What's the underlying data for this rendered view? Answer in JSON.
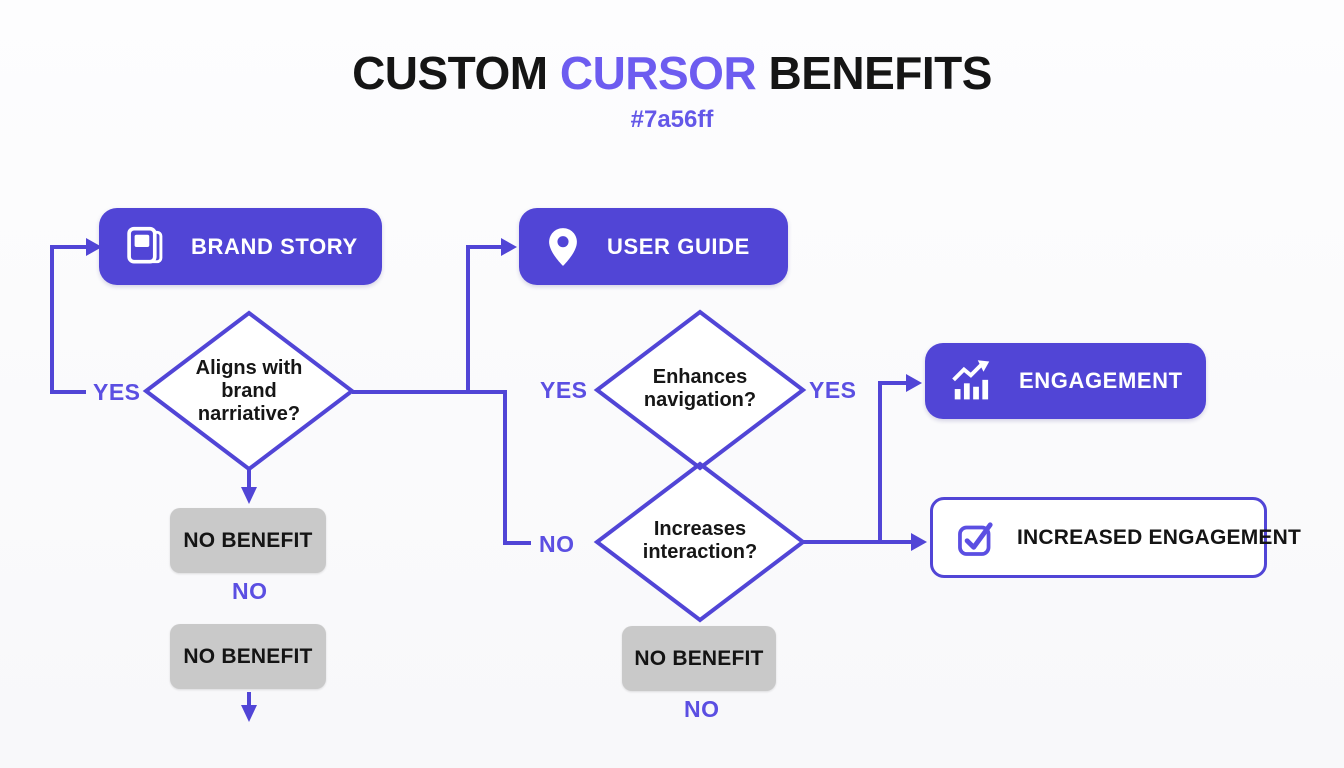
{
  "title": {
    "word1": "CUSTOM",
    "accent": "CURSOR",
    "word2": "BENEFITS",
    "subtitle": "#7a56ff"
  },
  "colors": {
    "primary": "#5145d6",
    "title_accent": "#6d5cf0",
    "edge_label": "#5b4fe2",
    "gray_box": "#c9c9c9",
    "background": "#fcfcfd"
  },
  "nodes": {
    "brand_story": {
      "label": "BRAND STORY",
      "icon": "book-icon"
    },
    "user_guide": {
      "label": "USER GUIDE",
      "icon": "map-pin-icon"
    },
    "engagement": {
      "label": "ENGAGEMENT",
      "icon": "chart-up-icon"
    },
    "increased_engagement": {
      "label": "INCREASED ENGAGEMENT",
      "icon": "checkbox-icon"
    },
    "decision_brand": {
      "label": "Aligns with brand narriative?"
    },
    "decision_navigation": {
      "label": "Enhances navigation?"
    },
    "decision_interaction": {
      "label": "Increases interaction?"
    },
    "no_benefit_left_1": {
      "label": "NO BENEFIT"
    },
    "no_benefit_left_2": {
      "label": "NO BENEFIT"
    },
    "no_benefit_middle": {
      "label": "NO BENEFIT"
    }
  },
  "edge_labels": {
    "yes_brand": "YES",
    "yes_nav_left": "YES",
    "yes_nav_right": "YES",
    "no_interaction": "NO",
    "no_left_column": "NO",
    "no_middle": "NO"
  }
}
